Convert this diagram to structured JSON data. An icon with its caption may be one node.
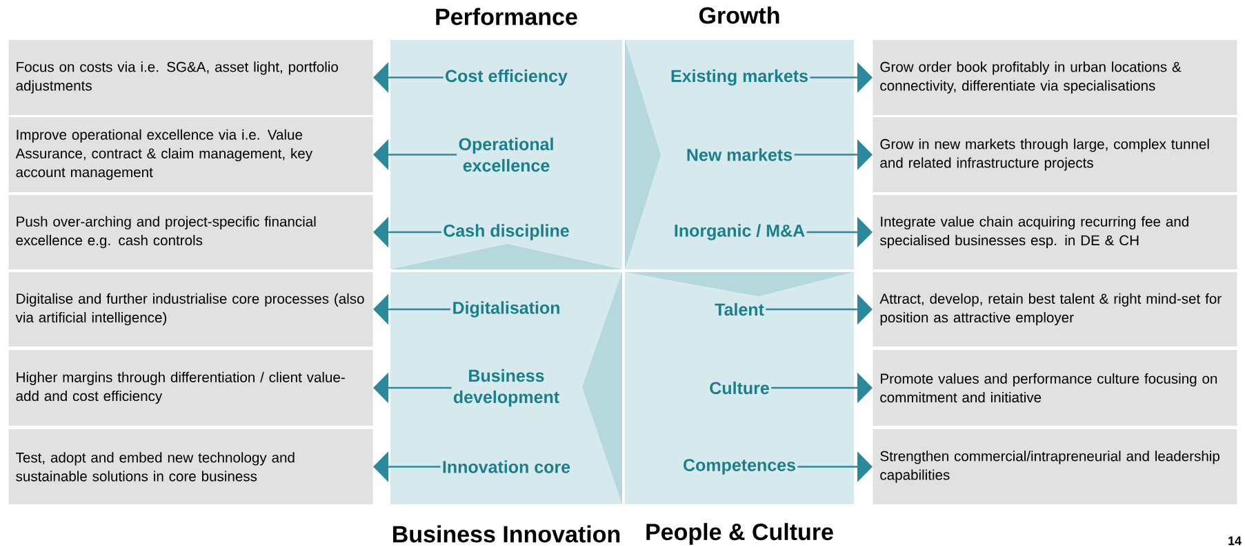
{
  "diagram": {
    "nodes": [
      {
        "text": [
          "Performance"
        ]
      },
      {
        "text": [
          "Cost efficiency"
        ],
        "in": 0
      },
      {
        "text": [
          "Operational excellence"
        ],
        "in": 0
      },
      {
        "text": [
          "Cash discipline"
        ],
        "in": 0
      },
      {
        "text": [
          "Growth"
        ]
      },
      {
        "text": [
          "Existing markets"
        ],
        "in": 4
      },
      {
        "text": [
          "New markets"
        ],
        "in": 4
      },
      {
        "text": [
          "Inorganic / M&A"
        ],
        "in": 4
      },
      {
        "text": [
          "Business Innovation"
        ]
      },
      {
        "text": [
          "Digitalisation"
        ],
        "in": 8
      },
      {
        "text": [
          "Business development"
        ],
        "in": 8
      },
      {
        "text": [
          "Innovation core"
        ],
        "in": 8
      },
      {
        "text": [
          "People & Culture"
        ]
      },
      {
        "text": [
          "Talent"
        ],
        "in": 12
      },
      {
        "text": [
          "Culture"
        ],
        "in": 12
      },
      {
        "text": [
          "Competences"
        ],
        "in": 12
      },
      {
        "text": [
          "Focus on costs via i.e. SG&A, asset light, portfolio adjustments"
        ]
      },
      {
        "text": [
          "Improve operational excellence via i.e. Value Assurance, contract & claim management, key account management"
        ]
      },
      {
        "text": [
          "Push over-arching and project-specific financial excellence e.g. cash controls"
        ]
      },
      {
        "text": [
          "Digitalise and further industrialise core processes (also via artificial intelligence)"
        ]
      },
      {
        "text": [
          "Higher margins through differentiation / client value-add and cost efficiency"
        ]
      },
      {
        "text": [
          "Test, adopt and embed new technology and sustainable solutions in core business"
        ]
      },
      {
        "text": [
          "Grow order book profitably in urban locations & connectivity, differentiate via specialisations"
        ]
      },
      {
        "text": [
          "Grow in new markets through large, complex tunnel and related infrastructure projects"
        ]
      },
      {
        "text": [
          "Integrate value chain acquiring recurring fee and specialised businesses esp. in DE & CH"
        ]
      },
      {
        "text": [
          "Attract, develop, retain best talent & right mind-set for position as attractive employer"
        ]
      },
      {
        "text": [
          "Promote values and performance culture focusing on commitment and initiative"
        ]
      },
      {
        "text": [
          "Strengthen commercial/intrapreneurial and leadership capabilities"
        ]
      }
    ],
    "edges": [
      {
        "from": 1,
        "to": 16,
        "arrow": "to"
      },
      {
        "from": 2,
        "to": 17,
        "arrow": "to"
      },
      {
        "from": 3,
        "to": 18,
        "arrow": "to"
      },
      {
        "from": 9,
        "to": 19,
        "arrow": "to"
      },
      {
        "from": 10,
        "to": 20,
        "arrow": "to"
      },
      {
        "from": 11,
        "to": 21,
        "arrow": "to"
      },
      {
        "from": 5,
        "to": 22,
        "arrow": "to"
      },
      {
        "from": 6,
        "to": 23,
        "arrow": "to"
      },
      {
        "from": 7,
        "to": 24,
        "arrow": "to"
      },
      {
        "from": 13,
        "to": 25,
        "arrow": "to"
      },
      {
        "from": 14,
        "to": 26,
        "arrow": "to"
      },
      {
        "from": 15,
        "to": 27,
        "arrow": "to"
      }
    ],
    "labels": [
      "14"
    ]
  }
}
